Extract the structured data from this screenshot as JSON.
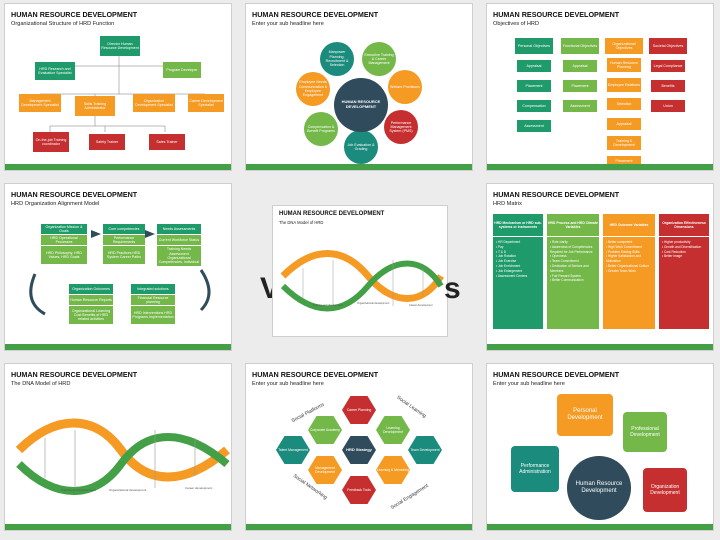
{
  "slides": [
    {
      "title": "HUMAN RESOURCE DEVELOPMENT",
      "subtitle": "Organizational Structure of HRD Function",
      "boxes": [
        "Director Human Resource Development",
        "HRD Research and Evaluation Specialist",
        "Program Developer",
        "Management Development Specialist",
        "Skills Training Administrator",
        "Organization Development Specialist",
        "Career Development Specialist",
        "On-the-job Training coordinator",
        "Safety Trainer",
        "Sales Trainer"
      ]
    },
    {
      "title": "HUMAN RESOURCE DEVELOPMENT",
      "subtitle": "Enter your sub headline here",
      "center": "HUMAN RESOURCE DEVELOPMENT",
      "petals": [
        "Manpower Planning, Recruitment & Selection",
        "Executive Training & Career Management",
        "Welfare Provisions",
        "Performance Management System (PMS)",
        "Job Evaluation & Grading",
        "Compensation & Benefit Programs",
        "Employee Needs Communication & Employee Engagement"
      ]
    },
    {
      "title": "HUMAN RESOURCE DEVELOPMENT",
      "subtitle": "Objectives of HRD",
      "headers": [
        "Personal Objectives",
        "Functional Objectives",
        "Organizational Objectives",
        "Societal Objectives"
      ],
      "col1": [
        "Appraisal",
        "Placement",
        "Compensation",
        "Assessment"
      ],
      "col2": [
        "Appraisal",
        "Placement",
        "Assessment"
      ],
      "col3": [
        "Human Resource Planning",
        "Employee Relations",
        "Selection",
        "Appraisal",
        "Training & Development",
        "Placement"
      ],
      "col4": [
        "Legal Compliance",
        "Benefits",
        "Union"
      ]
    },
    {
      "title": "HUMAN RESOURCE DEVELOPMENT",
      "subtitle": "HRD Organization Alignment Model",
      "heads": [
        "Organization Mission & Goals",
        "Core competencies",
        "Needs Assessments",
        "Organization Outcomes",
        "Integrated solutions"
      ],
      "bodies": [
        "HRD Operational Processes",
        "HRD Philosophy, HRD Values, HRD Goals",
        "Performance Requirements",
        "HRD Practices HRD System Career Paths",
        "Current Workforce Status",
        "Training Needs Assessment Organizational Competencies, Individual",
        "Human Resource Reports",
        "Organizational Learning Cost Benefits of HRD related activities",
        "Financial Resource planning",
        "HRD Interventions HRD Programs Implementation"
      ]
    },
    {
      "title": "HUMAN RESOURCE DEVELOPMENT",
      "subtitle": "The DNA Model of HRD",
      "vs": "VS",
      "labels": [
        "Training and development",
        "Organizational development",
        "Career development"
      ]
    },
    {
      "title": "HUMAN RESOURCE DEVELOPMENT",
      "subtitle": "HRD Matrix",
      "headers": [
        "HRD Mechanism or HRD sub-systems or Instruments",
        "HRD Process and HRD Climate Variables",
        "HRD Outcome Variables",
        "Organization Effectiveness Dimensions"
      ],
      "col1": [
        "HR Department",
        "Pay",
        "T & D",
        "Job Rotation",
        "Job Exercise",
        "Job Enrichment",
        "Job Enlargement",
        "Assessment Centers"
      ],
      "col2": [
        "Role clarity",
        "Awareness of Competencies Required for Job Performance",
        "Openness",
        "Team Commitment",
        "Dedication of Seniors and Members",
        "Fair Reward System",
        "Better Communication"
      ],
      "col3": [
        "Better competent",
        "High Work Commitment",
        "Problem Solving Skills",
        "Higher Satisfaction and Motivation",
        "Better Organizational Culture",
        "Greater Team Work"
      ],
      "col4": [
        "Higher productivity",
        "Growth and Diversification",
        "Cost Reduction",
        "Better image"
      ]
    },
    {
      "title": "HUMAN RESOURCE DEVELOPMENT",
      "subtitle": "The DNA Model of HRD",
      "labels": [
        "Training and development",
        "Organizational development",
        "Career development"
      ]
    },
    {
      "title": "HUMAN RESOURCE DEVELOPMENT",
      "subtitle": "Enter your sub headline here",
      "center": "HRD Strategy",
      "hexes": [
        "Career Planning",
        "Learning Development",
        "Team Development",
        "Learning & Mentoring",
        "Feedback Tools",
        "Management Development",
        "Talent Management",
        "Corporate Academy"
      ],
      "arcs": [
        "Social Platforms",
        "Social Learning",
        "Social Engagement",
        "Social Networking"
      ]
    },
    {
      "title": "HUMAN RESOURCE DEVELOPMENT",
      "subtitle": "Enter your sub headline here",
      "center": "Human Resource Development",
      "nodes": [
        "Personal Development",
        "Professional Development",
        "Organization Development",
        "Performance Administration"
      ]
    }
  ],
  "colors": {
    "green": "#1f9b6b",
    "orange": "#f59a23",
    "red": "#c62f2f",
    "navy": "#2f4b5c",
    "bar": "#43a047"
  }
}
